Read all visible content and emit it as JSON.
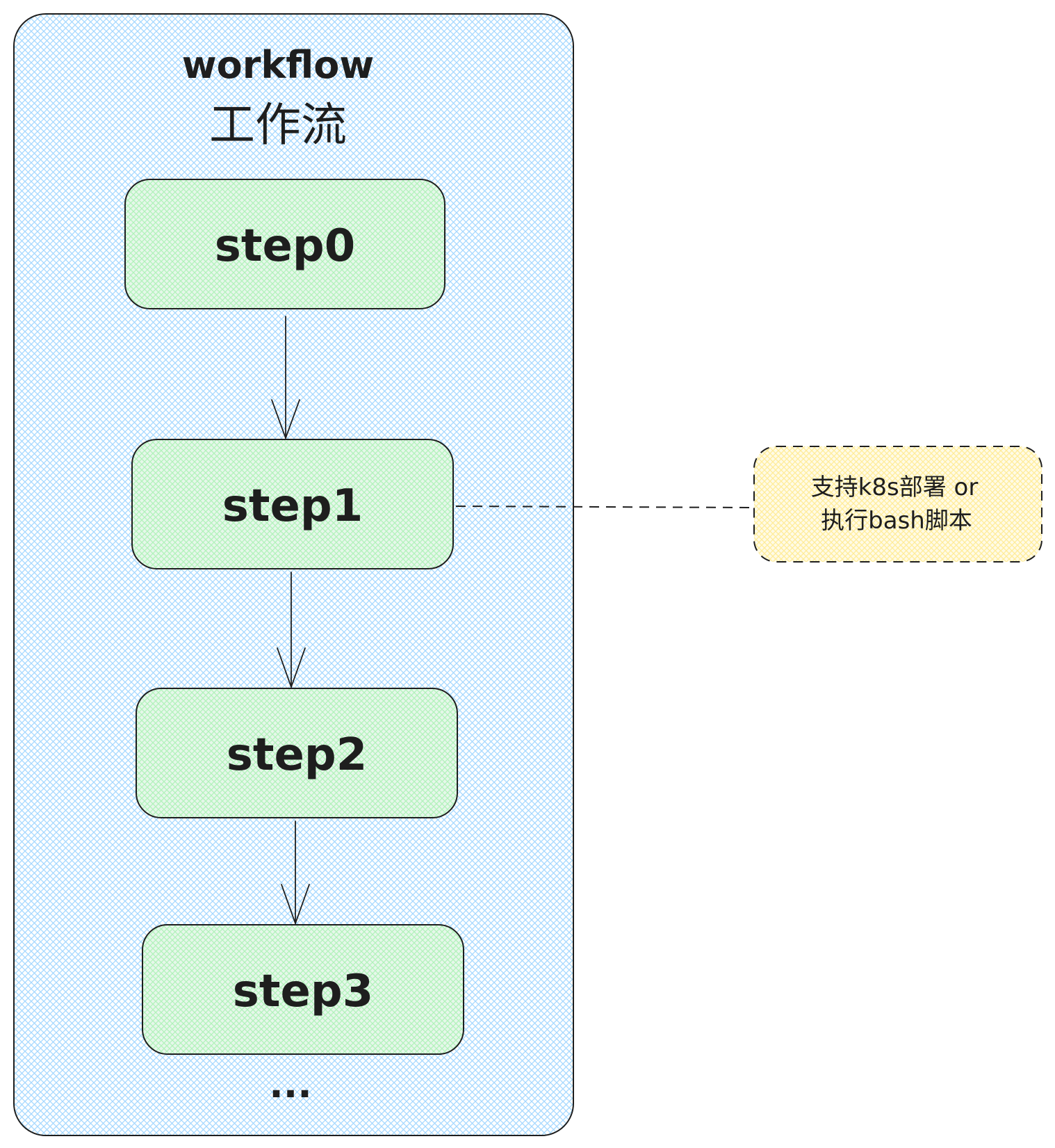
{
  "container": {
    "title": "workflow",
    "subtitle": "工作流",
    "fill": "#a5d8ff",
    "stroke": "#1e1e1e"
  },
  "steps": [
    {
      "label": "step0"
    },
    {
      "label": "step1"
    },
    {
      "label": "step2"
    },
    {
      "label": "step3"
    }
  ],
  "ellipsis": "...",
  "step_fill": "#b2f2bb",
  "note": {
    "line1": "支持k8s部署 or",
    "line2": "执行bash脚本",
    "fill": "#ffec99",
    "style": "dashed"
  },
  "connections": [
    {
      "from": "step0",
      "to": "step1",
      "type": "arrow"
    },
    {
      "from": "step1",
      "to": "step2",
      "type": "arrow"
    },
    {
      "from": "step2",
      "to": "step3",
      "type": "arrow"
    },
    {
      "from": "step1",
      "to": "note",
      "type": "dashed-line"
    }
  ]
}
